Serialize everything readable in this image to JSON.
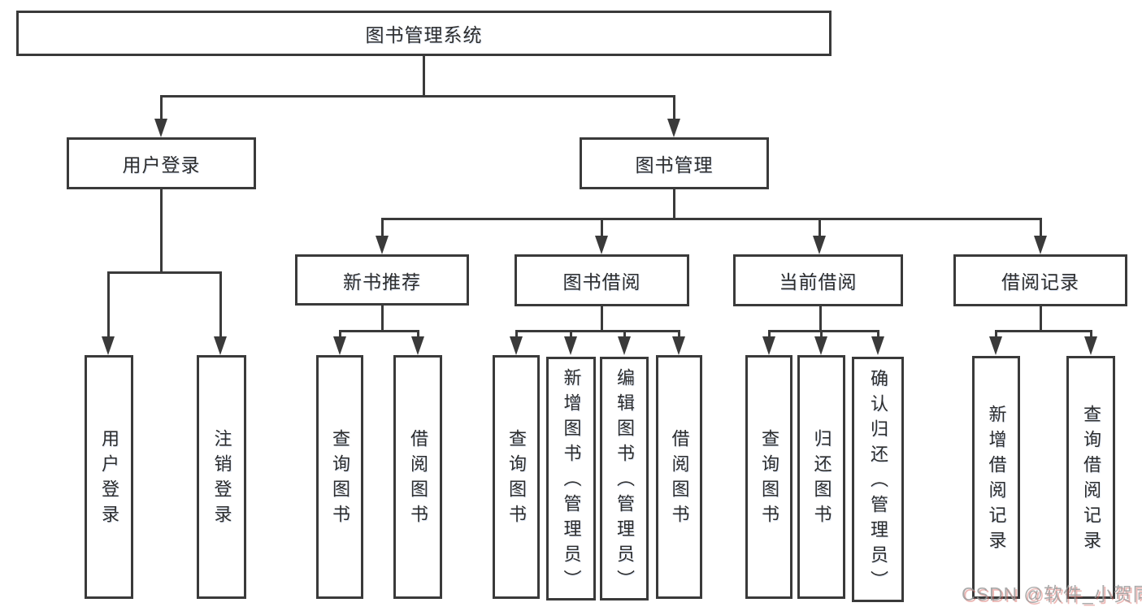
{
  "tree": {
    "label": "图书管理系统",
    "children": [
      {
        "label": "用户登录",
        "children": [
          {
            "label": "用户登录"
          },
          {
            "label": "注销登录"
          }
        ]
      },
      {
        "label": "图书管理",
        "children": [
          {
            "label": "新书推荐",
            "children": [
              {
                "label": "查询图书"
              },
              {
                "label": "借阅图书"
              }
            ]
          },
          {
            "label": "图书借阅",
            "children": [
              {
                "label": "查询图书"
              },
              {
                "label": "新增图书（管理员）"
              },
              {
                "label": "编辑图书（管理员）"
              },
              {
                "label": "借阅图书"
              }
            ]
          },
          {
            "label": "当前借阅",
            "children": [
              {
                "label": "查询图书"
              },
              {
                "label": "归还图书"
              },
              {
                "label": "确认归还（管理员）"
              }
            ]
          },
          {
            "label": "借阅记录",
            "children": [
              {
                "label": "新增借阅记录"
              },
              {
                "label": "查询借阅记录"
              }
            ]
          }
        ]
      }
    ]
  },
  "watermark": {
    "text": "CSDN @软件_小贺同学"
  },
  "colors": {
    "line": "#3a3a3a",
    "text": "#2d2d2d",
    "background": "#ffffff",
    "watermark_gray": "#989898",
    "watermark_red": "#d6645e"
  }
}
